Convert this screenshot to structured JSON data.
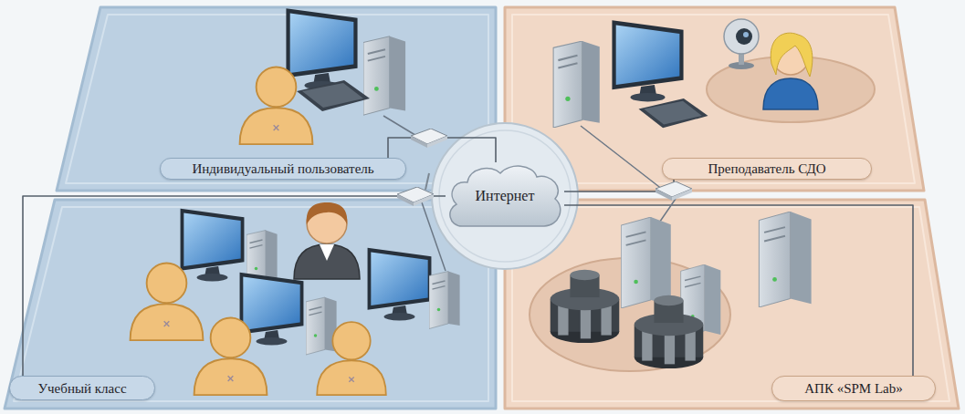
{
  "diagram": {
    "nodes": [
      {
        "text": [
          "Индивидуальный пользователь"
        ]
      },
      {
        "text": [
          "Преподаватель СДО"
        ]
      },
      {
        "text": [
          "Интернет"
        ]
      },
      {
        "text": [
          "Учебный класс"
        ]
      },
      {
        "text": [
          "АПК «SPM Lab»"
        ]
      }
    ],
    "edges": [
      {
        "from": 0,
        "to": 2,
        "arrow": "none"
      },
      {
        "from": 1,
        "to": 2,
        "arrow": "none"
      },
      {
        "from": 3,
        "to": 2,
        "arrow": "none"
      },
      {
        "from": 4,
        "to": 2,
        "arrow": "none"
      }
    ]
  }
}
